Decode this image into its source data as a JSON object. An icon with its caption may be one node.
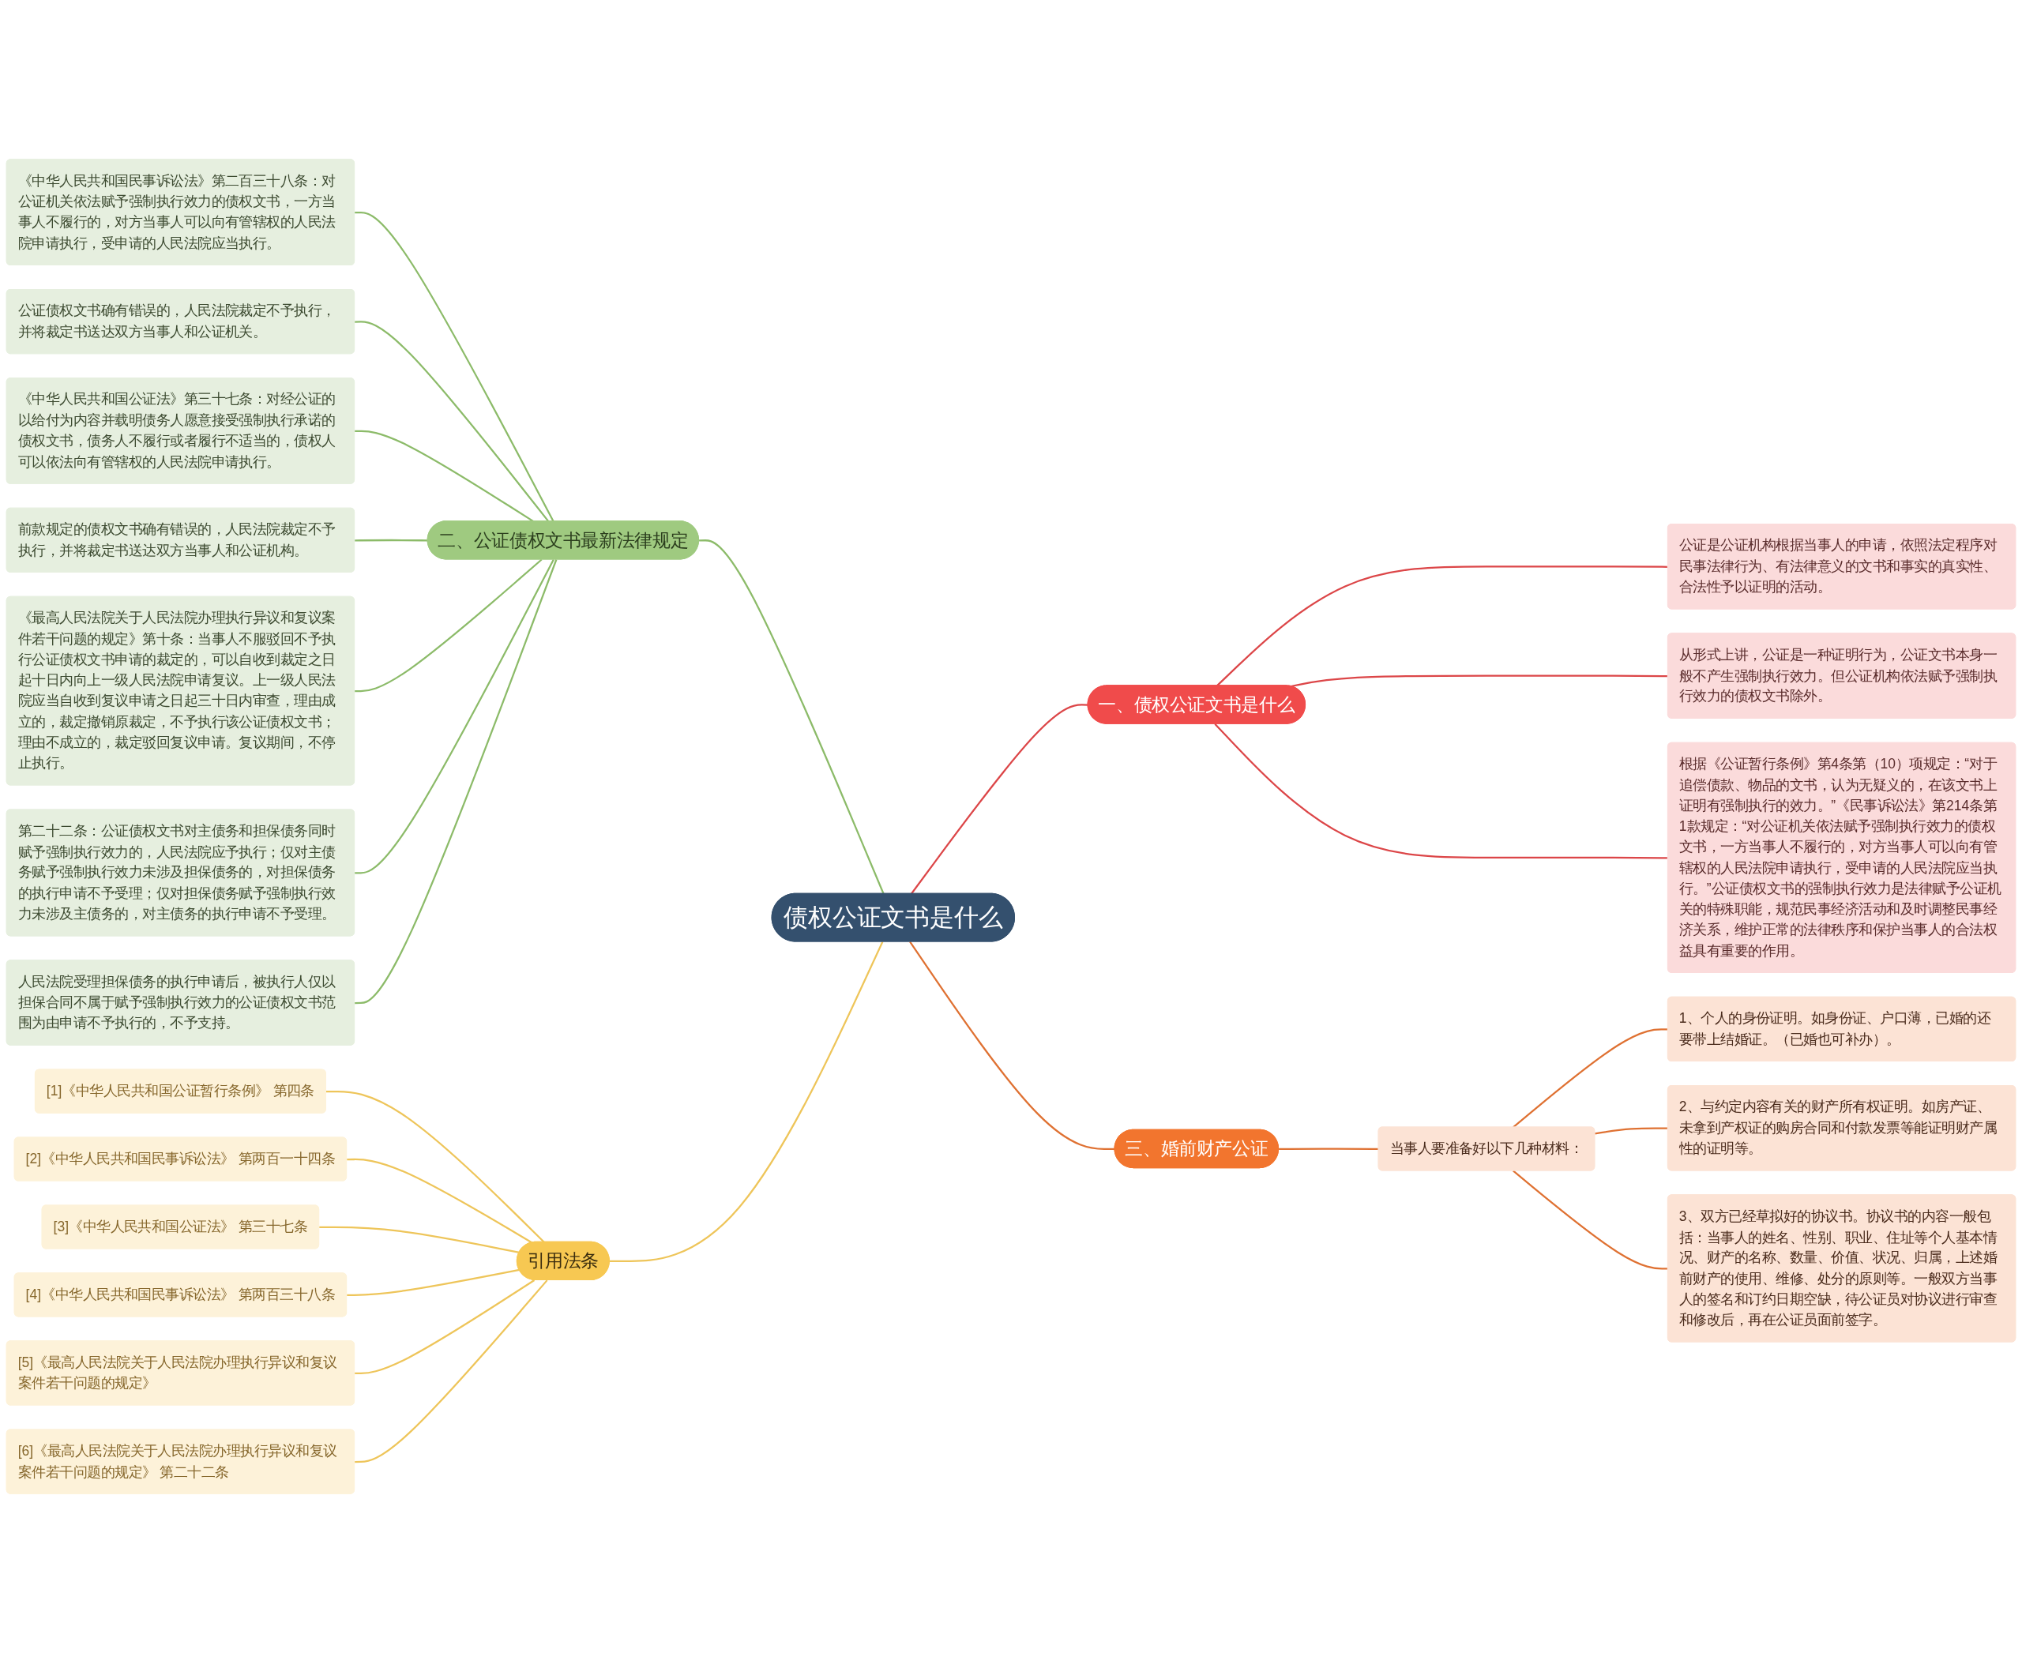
{
  "diagram": {
    "nodes": [
      {
        "text": [
          "债权公证文书是什么"
        ]
      },
      {
        "text": [
          "一、债权公证文书是什么"
        ]
      },
      {
        "text": [
          "公证是公证机构根据当事人的申请，依照法定程序对民事法律行为、有法律意义的文书和事实的真实性、合法性予以证明的活动。"
        ]
      },
      {
        "text": [
          "从形式上讲，公证是一种证明行为，公证文书本身一般不产生强制执行效力。但公证机构依法赋予强制执行效力的债权文书除外。"
        ]
      },
      {
        "text": [
          "根据《公证暂行条例》第4条第（10）项规定：“对于追偿债款、物品的文书，认为无疑义的，在该文书上证明有强制执行的效力。”《民事诉讼法》第214条第1款规定：“对公证机关依法赋予强制执行效力的债权文书，一方当事人不履行的，对方当事人可以向有管辖权的人民法院申请执行，受申请的人民法院应当执行。”公证债权文书的强制执行效力是法律赋予公证机关的特殊职能，规范民事经济活动和及时调整民事经济关系，维护正常的法律秩序和保护当事人的合法权益具有重要的作用。"
        ]
      },
      {
        "text": [
          "二、公证债权文书最新法律规定"
        ]
      },
      {
        "text": [
          "《中华人民共和国民事诉讼法》第二百三十八条：对公证机关依法赋予强制执行效力的债权文书，一方当事人不履行的，对方当事人可以向有管辖权的人民法院申请执行，受申请的人民法院应当执行。"
        ]
      },
      {
        "text": [
          "公证债权文书确有错误的，人民法院裁定不予执行，并将裁定书送达双方当事人和公证机关。"
        ]
      },
      {
        "text": [
          "《中华人民共和国公证法》第三十七条：对经公证的以给付为内容并载明债务人愿意接受强制执行承诺的债权文书，债务人不履行或者履行不适当的，债权人可以依法向有管辖权的人民法院申请执行。"
        ]
      },
      {
        "text": [
          "前款规定的债权文书确有错误的，人民法院裁定不予执行，并将裁定书送达双方当事人和公证机构。"
        ]
      },
      {
        "text": [
          "《最高人民法院关于人民法院办理执行异议和复议案件若干问题的规定》第十条：当事人不服驳回不予执行公证债权文书申请的裁定的，可以自收到裁定之日起十日内向上一级人民法院申请复议。上一级人民法院应当自收到复议申请之日起三十日内审查，理由成立的，裁定撤销原裁定，不予执行该公证债权文书；理由不成立的，裁定驳回复议申请。复议期间，不停止执行。"
        ]
      },
      {
        "text": [
          "第二十二条：公证债权文书对主债务和担保债务同时赋予强制执行效力的，人民法院应予执行；仅对主债务赋予强制执行效力未涉及担保债务的，对担保债务的执行申请不予受理；仅对担保债务赋予强制执行效力未涉及主债务的，对主债务的执行申请不予受理。"
        ]
      },
      {
        "text": [
          "人民法院受理担保债务的执行申请后，被执行人仅以担保合同不属于赋予强制执行效力的公证债权文书范围为由申请不予执行的，不予支持。"
        ]
      },
      {
        "text": [
          "三、婚前财产公证"
        ]
      },
      {
        "text": [
          "当事人要准备好以下几种材料："
        ]
      },
      {
        "text": [
          "1、个人的身份证明。如身份证、户口薄，已婚的还要带上结婚证。（已婚也可补办）。"
        ]
      },
      {
        "text": [
          "2、与约定内容有关的财产所有权证明。如房产证、未拿到产权证的购房合同和付款发票等能证明财产属性的证明等。"
        ]
      },
      {
        "text": [
          "3、双方已经草拟好的协议书。协议书的内容一般包括：当事人的姓名、性别、职业、住址等个人基本情况、财产的名称、数量、价值、状况、归属，上述婚前财产的使用、维修、处分的原则等。一般双方当事人的签名和订约日期空缺，待公证员对协议进行审查和修改后，再在公证员面前签字。"
        ]
      },
      {
        "text": [
          "引用法条"
        ]
      },
      {
        "text": [
          "[1]《中华人民共和国公证暂行条例》 第四条"
        ]
      },
      {
        "text": [
          "[2]《中华人民共和国民事诉讼法》 第两百一十四条"
        ]
      },
      {
        "text": [
          "[3]《中华人民共和国公证法》 第三十七条"
        ]
      },
      {
        "text": [
          "[4]《中华人民共和国民事诉讼法》 第两百三十八条"
        ]
      },
      {
        "text": [
          "[5]《最高人民法院关于人民法院办理执行异议和复议案件若干问题的规定》"
        ]
      },
      {
        "text": [
          "[6]《最高人民法院关于人民法院办理执行异议和复议案件若干问题的规定》 第二十二条"
        ]
      }
    ],
    "edges": [
      {
        "from": 0,
        "to": 1,
        "arrow": "none",
        "color": "#dc4648"
      },
      {
        "from": 1,
        "to": 2,
        "arrow": "none",
        "color": "#dc4648"
      },
      {
        "from": 1,
        "to": 3,
        "arrow": "none",
        "color": "#dc4648"
      },
      {
        "from": 1,
        "to": 4,
        "arrow": "none",
        "color": "#dc4648"
      },
      {
        "from": 5,
        "to": 0,
        "arrow": "none"
      },
      {
        "from": 6,
        "to": 5,
        "arrow": "none"
      },
      {
        "from": 7,
        "to": 5,
        "arrow": "none"
      },
      {
        "from": 8,
        "to": 5,
        "arrow": "none"
      },
      {
        "from": 9,
        "to": 5,
        "arrow": "none"
      },
      {
        "from": 10,
        "to": 5,
        "arrow": "none"
      },
      {
        "from": 11,
        "to": 5,
        "arrow": "none"
      },
      {
        "from": 12,
        "to": 5,
        "arrow": "none"
      },
      {
        "from": 0,
        "to": 13,
        "arrow": "none",
        "color": "#df7132"
      },
      {
        "from": 13,
        "to": 14,
        "arrow": "none",
        "color": "#df7132"
      },
      {
        "from": 14,
        "to": 15,
        "arrow": "none",
        "color": "#df7132"
      },
      {
        "from": 14,
        "to": 16,
        "arrow": "none",
        "color": "#df7132"
      },
      {
        "from": 14,
        "to": 17,
        "arrow": "none",
        "color": "#df7132"
      },
      {
        "from": 18,
        "to": 0,
        "arrow": "none",
        "color": "#eec55a"
      },
      {
        "from": 19,
        "to": 18,
        "arrow": "none",
        "color": "#eec55a"
      },
      {
        "from": 20,
        "to": 18,
        "arrow": "none",
        "color": "#eec55a"
      },
      {
        "from": 21,
        "to": 18,
        "arrow": "none",
        "color": "#eec55a"
      },
      {
        "from": 22,
        "to": 18,
        "arrow": "none",
        "color": "#eec55a"
      },
      {
        "from": 23,
        "to": 18,
        "arrow": "none",
        "color": "#eec55a"
      },
      {
        "from": 24,
        "to": 18,
        "arrow": "none",
        "color": "#eec55a"
      }
    ]
  }
}
